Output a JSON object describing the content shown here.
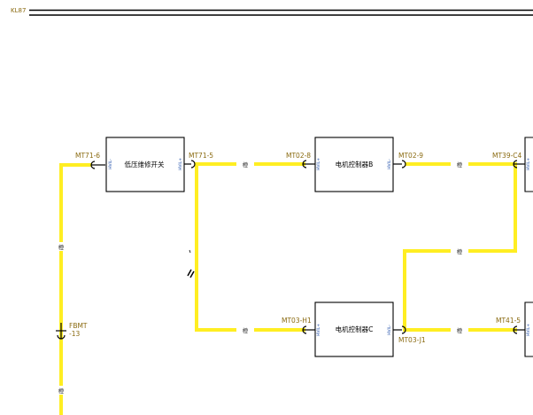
{
  "header": {
    "code": "KL87"
  },
  "components": {
    "switch": "低压维修开关",
    "ctrl_b": "电机控制器B",
    "ctrl_c": "电机控制器C"
  },
  "pins": {
    "mt71_6": "MT71-6",
    "mt71_5": "MT71-5",
    "mt02_8": "MT02-8",
    "mt02_9": "MT02-9",
    "mt39_c4": "MT39-C4",
    "mt03_h1": "MT03-H1",
    "mt03_j1": "MT03-J1",
    "mt41_5": "MT41-5",
    "fbmt_13_a": "FBMT",
    "fbmt_13_b": "-13"
  },
  "tags": {
    "hvil_plus": "HVIL+",
    "hvil_minus": "HVIL-"
  },
  "wires": {
    "color": "橙",
    "color_hex": "#ffee22"
  },
  "colors": {
    "code": "#8a6a10",
    "tag": "#1a4aa8"
  }
}
